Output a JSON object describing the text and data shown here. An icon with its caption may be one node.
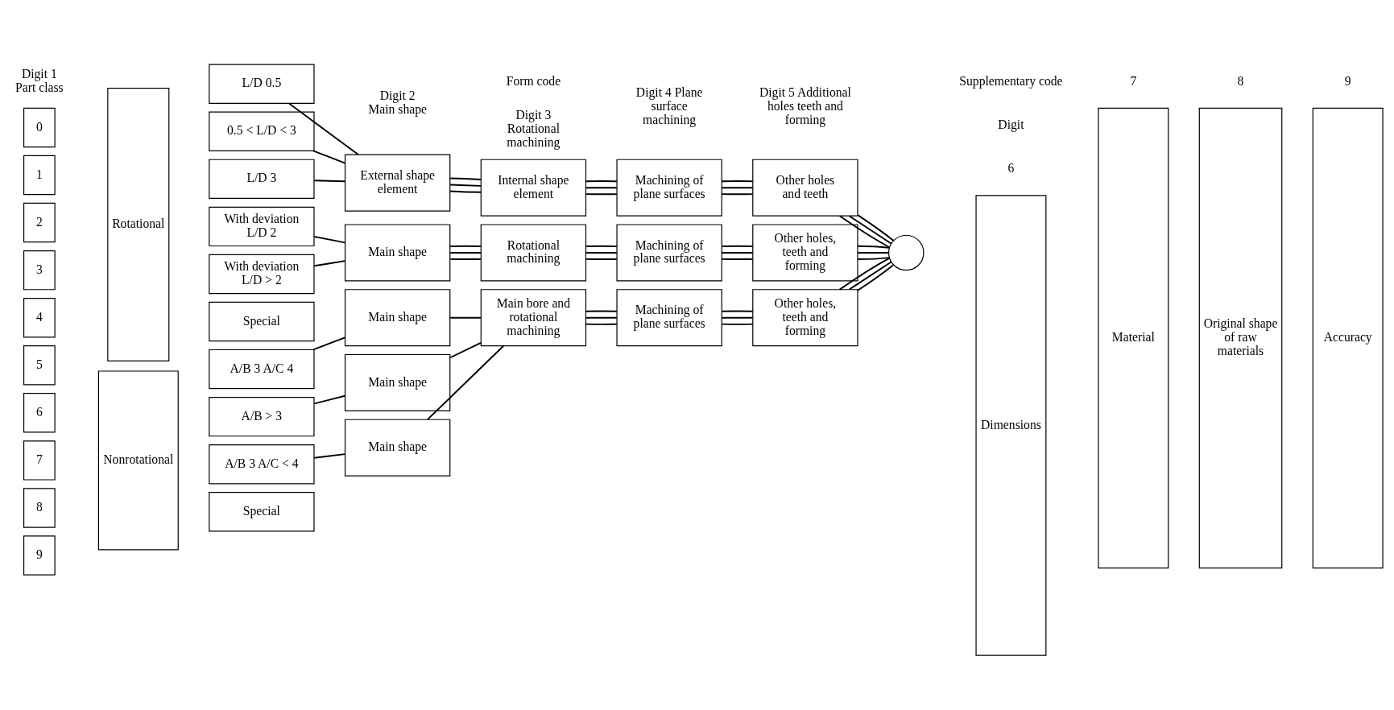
{
  "diagram": {
    "nodes": [
      {
        "text": [
          "0"
        ]
      },
      {
        "text": [
          "1"
        ]
      },
      {
        "text": [
          "2"
        ]
      },
      {
        "text": [
          "3"
        ]
      },
      {
        "text": [
          "4"
        ]
      },
      {
        "text": [
          "5"
        ]
      },
      {
        "text": [
          "6"
        ]
      },
      {
        "text": [
          "7"
        ]
      },
      {
        "text": [
          "8"
        ]
      },
      {
        "text": [
          "9"
        ]
      },
      {
        "text": [
          "Rotational"
        ]
      },
      {
        "text": [
          "Nonrotational"
        ]
      },
      {
        "text": [
          "L/D 0.5"
        ]
      },
      {
        "text": [
          "0.5 < L/D < 3"
        ]
      },
      {
        "text": [
          "L/D 3"
        ]
      },
      {
        "text": [
          "With deviation L/D 2"
        ]
      },
      {
        "text": [
          "With deviation L/D > 2"
        ]
      },
      {
        "text": [
          "Special"
        ]
      },
      {
        "text": [
          "A/B 3 A/C 4"
        ]
      },
      {
        "text": [
          "A/B > 3"
        ]
      },
      {
        "text": [
          "A/B 3 A/C < 4"
        ]
      },
      {
        "text": [
          "Special"
        ]
      },
      {
        "text": [
          "External shape element"
        ]
      },
      {
        "text": [
          "Main shape"
        ]
      },
      {
        "text": [
          "Main shape"
        ]
      },
      {
        "text": [
          "Main shape"
        ]
      },
      {
        "text": [
          "Main shape"
        ]
      },
      {
        "text": [
          "Internal shape element"
        ]
      },
      {
        "text": [
          "Rotational machining"
        ]
      },
      {
        "text": [
          "Main bore and rotational machining"
        ]
      },
      {
        "text": [
          "Machining of plane surfaces"
        ]
      },
      {
        "text": [
          "Machining of plane surfaces"
        ]
      },
      {
        "text": [
          "Machining of plane surfaces"
        ]
      },
      {
        "text": [
          "Other holes and teeth"
        ]
      },
      {
        "text": [
          "Other holes, teeth and forming"
        ]
      },
      {
        "text": [
          "Other holes, teeth and forming"
        ]
      },
      {
        "text": [],
        "shape": "circle"
      },
      {
        "text": [
          "Dimensions"
        ]
      },
      {
        "text": [
          "Material"
        ]
      },
      {
        "text": [
          "Original shape of raw materials"
        ]
      },
      {
        "text": [
          "Accuracy"
        ]
      }
    ],
    "edges": [
      {
        "from": 12,
        "to": 22,
        "arrow": "none"
      },
      {
        "from": 13,
        "to": 22,
        "arrow": "none"
      },
      {
        "from": 14,
        "to": 22,
        "arrow": "none"
      },
      {
        "from": 15,
        "to": 23,
        "arrow": "none"
      },
      {
        "from": 16,
        "to": 23,
        "arrow": "none"
      },
      {
        "from": 18,
        "to": 24,
        "arrow": "none"
      },
      {
        "from": 19,
        "to": 25,
        "arrow": "none"
      },
      {
        "from": 20,
        "to": 26,
        "arrow": "none"
      },
      {
        "from": 22,
        "to": 27,
        "arrow": "none"
      },
      {
        "from": 22,
        "to": 27,
        "arrow": "none"
      },
      {
        "from": 22,
        "to": 27,
        "arrow": "none"
      },
      {
        "from": 27,
        "to": 30,
        "arrow": "none"
      },
      {
        "from": 27,
        "to": 30,
        "arrow": "none"
      },
      {
        "from": 27,
        "to": 30,
        "arrow": "none"
      },
      {
        "from": 30,
        "to": 33,
        "arrow": "none"
      },
      {
        "from": 30,
        "to": 33,
        "arrow": "none"
      },
      {
        "from": 30,
        "to": 33,
        "arrow": "none"
      },
      {
        "from": 33,
        "to": 36,
        "arrow": "none"
      },
      {
        "from": 33,
        "to": 36,
        "arrow": "none"
      },
      {
        "from": 33,
        "to": 36,
        "arrow": "none"
      },
      {
        "from": 23,
        "to": 28,
        "arrow": "none"
      },
      {
        "from": 23,
        "to": 28,
        "arrow": "none"
      },
      {
        "from": 23,
        "to": 28,
        "arrow": "none"
      },
      {
        "from": 28,
        "to": 31,
        "arrow": "none"
      },
      {
        "from": 28,
        "to": 31,
        "arrow": "none"
      },
      {
        "from": 28,
        "to": 31,
        "arrow": "none"
      },
      {
        "from": 31,
        "to": 34,
        "arrow": "none"
      },
      {
        "from": 31,
        "to": 34,
        "arrow": "none"
      },
      {
        "from": 31,
        "to": 34,
        "arrow": "none"
      },
      {
        "from": 34,
        "to": 36,
        "arrow": "none"
      },
      {
        "from": 34,
        "to": 36,
        "arrow": "none"
      },
      {
        "from": 34,
        "to": 36,
        "arrow": "none"
      },
      {
        "from": 24,
        "to": 29,
        "arrow": "none"
      },
      {
        "from": 25,
        "to": 29,
        "arrow": "none"
      },
      {
        "from": 26,
        "to": 29,
        "arrow": "none"
      },
      {
        "from": 29,
        "to": 32,
        "arrow": "none"
      },
      {
        "from": 29,
        "to": 32,
        "arrow": "none"
      },
      {
        "from": 29,
        "to": 32,
        "arrow": "none"
      },
      {
        "from": 32,
        "to": 35,
        "arrow": "none"
      },
      {
        "from": 32,
        "to": 35,
        "arrow": "none"
      },
      {
        "from": 32,
        "to": 35,
        "arrow": "none"
      },
      {
        "from": 35,
        "to": 36,
        "arrow": "none"
      },
      {
        "from": 35,
        "to": 36,
        "arrow": "none"
      },
      {
        "from": 35,
        "to": 36,
        "arrow": "none"
      }
    ],
    "labels": [
      "Form code",
      "Supplementary code",
      "Digit 1 Part class",
      "Digit 2 Main shape",
      "Digit 3 Rotational machining",
      "Digit 4 Plane surface machining",
      "Digit 5 Additional holes teeth and forming",
      "Digit",
      "6",
      "7",
      "8",
      "9"
    ]
  }
}
